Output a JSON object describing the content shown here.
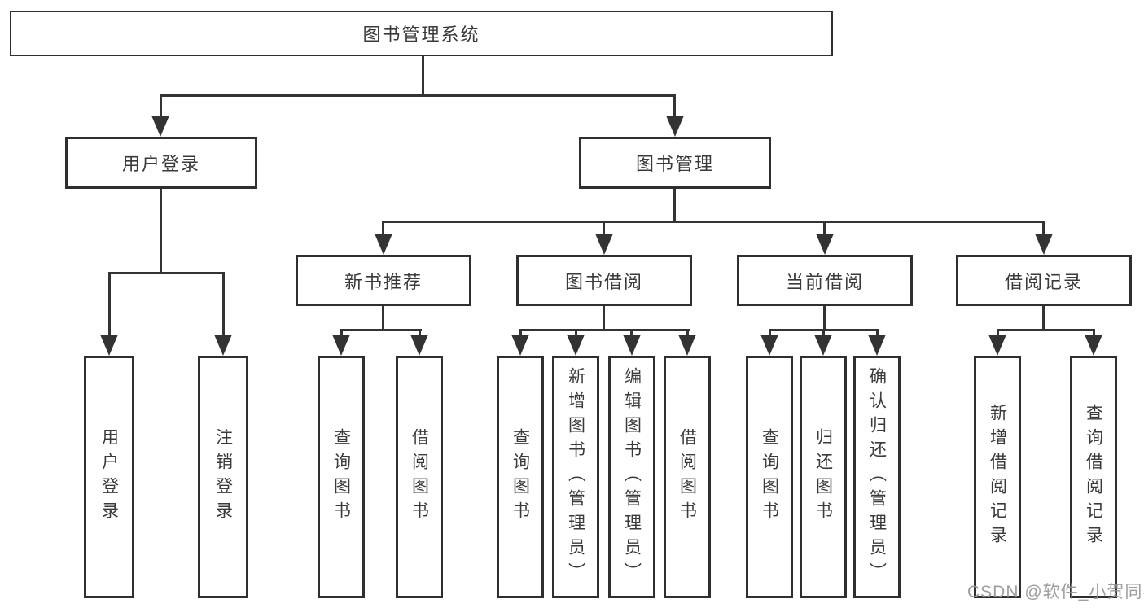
{
  "diagram": {
    "type": "hierarchy-tree",
    "orientation": "top-down",
    "colors": {
      "background": "#ffffff",
      "box_fill": "#ffffff",
      "box_border": "#2f2f2f",
      "line": "#333333",
      "text": "#3a3a3a",
      "watermark": "#969696"
    }
  },
  "nodes": {
    "root": {
      "label": "图书管理系统"
    },
    "user_login": {
      "label": "用户登录"
    },
    "book_mgmt": {
      "label": "图书管理"
    },
    "new_book_rec": {
      "label": "新书推荐"
    },
    "book_borrow": {
      "label": "图书借阅"
    },
    "current_borrow": {
      "label": "当前借阅"
    },
    "borrow_record": {
      "label": "借阅记录"
    },
    "leaf_user_login": {
      "label": "用户登录"
    },
    "leaf_logout": {
      "label": "注销登录"
    },
    "leaf_nb_query_book": {
      "label": "查询图书"
    },
    "leaf_nb_borrow_book": {
      "label": "借阅图书"
    },
    "leaf_bb_query_book": {
      "label": "查询图书"
    },
    "leaf_bb_add_book": {
      "label": "新增图书（管理员）"
    },
    "leaf_bb_edit_book": {
      "label": "编辑图书（管理员）"
    },
    "leaf_bb_borrow_book": {
      "label": "借阅图书"
    },
    "leaf_cb_query_book": {
      "label": "查询图书"
    },
    "leaf_cb_return_book": {
      "label": "归还图书"
    },
    "leaf_cb_confirm_return": {
      "label": "确认归还（管理员）"
    },
    "leaf_br_add_record": {
      "label": "新增借阅记录"
    },
    "leaf_br_query_record": {
      "label": "查询借阅记录"
    }
  },
  "edges": [
    {
      "from": "root",
      "to": "user_login"
    },
    {
      "from": "root",
      "to": "book_mgmt"
    },
    {
      "from": "user_login",
      "to": "leaf_user_login"
    },
    {
      "from": "user_login",
      "to": "leaf_logout"
    },
    {
      "from": "book_mgmt",
      "to": "new_book_rec"
    },
    {
      "from": "book_mgmt",
      "to": "book_borrow"
    },
    {
      "from": "book_mgmt",
      "to": "current_borrow"
    },
    {
      "from": "book_mgmt",
      "to": "borrow_record"
    },
    {
      "from": "new_book_rec",
      "to": "leaf_nb_query_book"
    },
    {
      "from": "new_book_rec",
      "to": "leaf_nb_borrow_book"
    },
    {
      "from": "book_borrow",
      "to": "leaf_bb_query_book"
    },
    {
      "from": "book_borrow",
      "to": "leaf_bb_add_book"
    },
    {
      "from": "book_borrow",
      "to": "leaf_bb_edit_book"
    },
    {
      "from": "book_borrow",
      "to": "leaf_bb_borrow_book"
    },
    {
      "from": "current_borrow",
      "to": "leaf_cb_query_book"
    },
    {
      "from": "current_borrow",
      "to": "leaf_cb_return_book"
    },
    {
      "from": "current_borrow",
      "to": "leaf_cb_confirm_return"
    },
    {
      "from": "borrow_record",
      "to": "leaf_br_add_record"
    },
    {
      "from": "borrow_record",
      "to": "leaf_br_query_record"
    }
  ],
  "watermark": {
    "text": "CSDN @软件_小贺同学"
  }
}
